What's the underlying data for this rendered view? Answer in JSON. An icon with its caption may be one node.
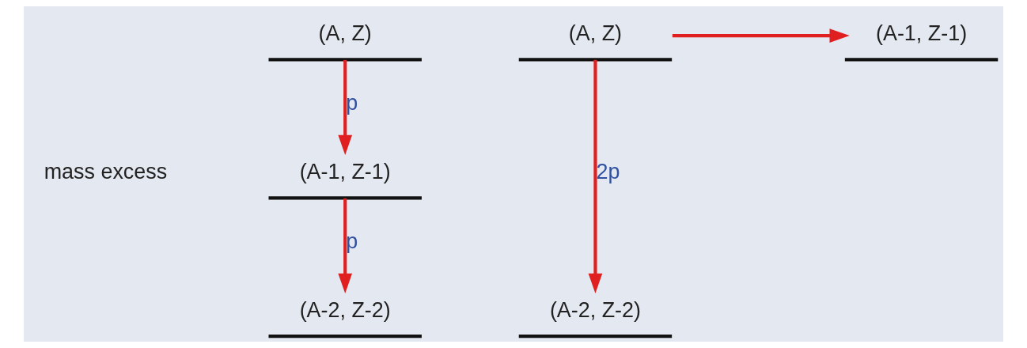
{
  "diagram": {
    "nodes": [
      {
        "text": [
          "(A, Z)"
        ]
      },
      {
        "text": [
          "(A-1, Z-1)"
        ]
      },
      {
        "text": [
          "(A-2, Z-2)"
        ]
      },
      {
        "text": [
          "(A, Z)"
        ]
      },
      {
        "text": [
          "(A-1, Z-1)"
        ]
      },
      {
        "text": [
          "(A-2, Z-2)"
        ]
      }
    ],
    "edges": [
      {
        "from": 0,
        "to": 1,
        "arrow": "to",
        "label": "p"
      },
      {
        "from": 1,
        "to": 2,
        "arrow": "to",
        "label": "p"
      },
      {
        "from": 3,
        "to": 4,
        "arrow": "to"
      },
      {
        "from": 3,
        "to": 5,
        "arrow": "to",
        "label": "2p"
      }
    ],
    "labels": [
      "mass excess"
    ]
  }
}
